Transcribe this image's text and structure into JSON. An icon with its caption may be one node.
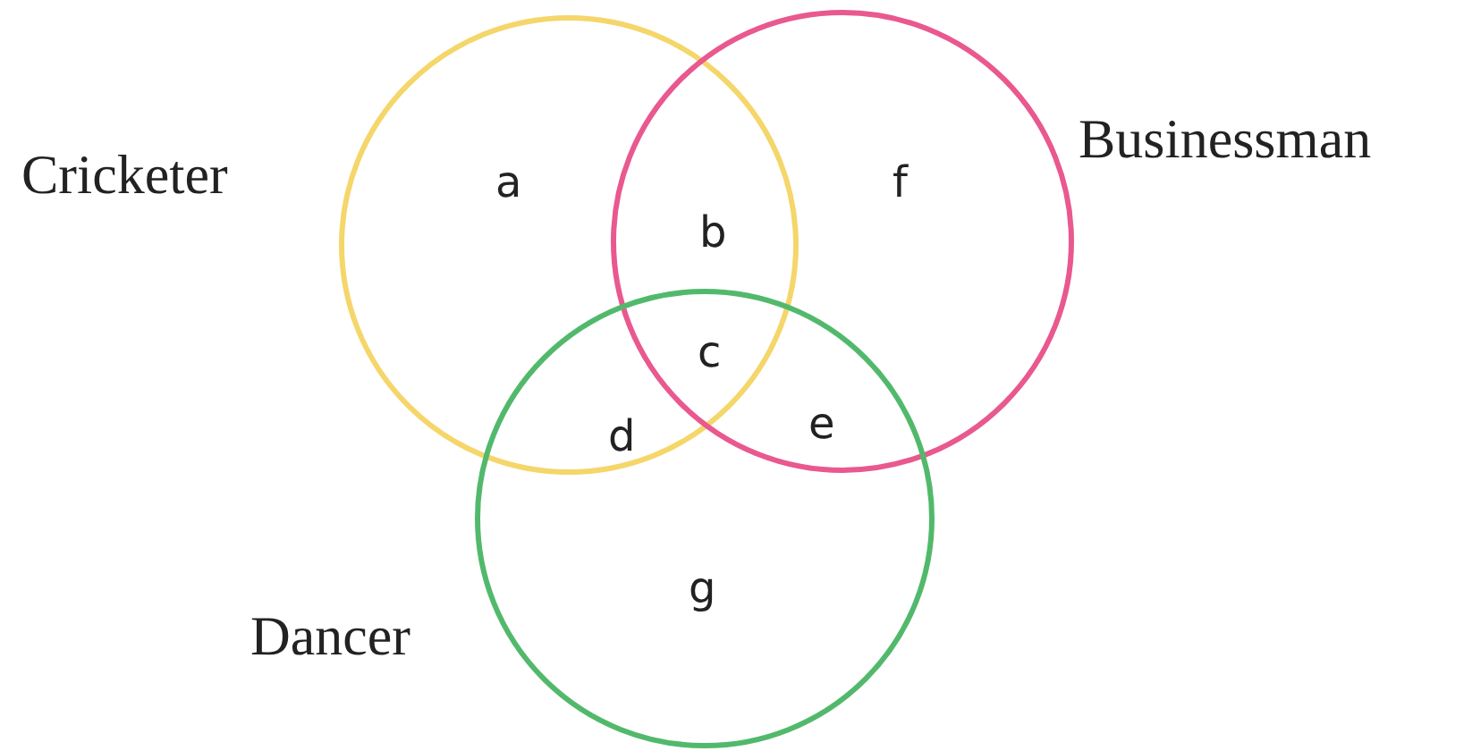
{
  "diagram": {
    "nodes": [
      {
        "text": [
          "Cricketer"
        ]
      },
      {
        "text": [
          "Businessman"
        ]
      },
      {
        "text": [
          "Dancer"
        ]
      }
    ],
    "labels": [
      "a",
      "f",
      "b",
      "c",
      "d",
      "e",
      "g"
    ]
  }
}
